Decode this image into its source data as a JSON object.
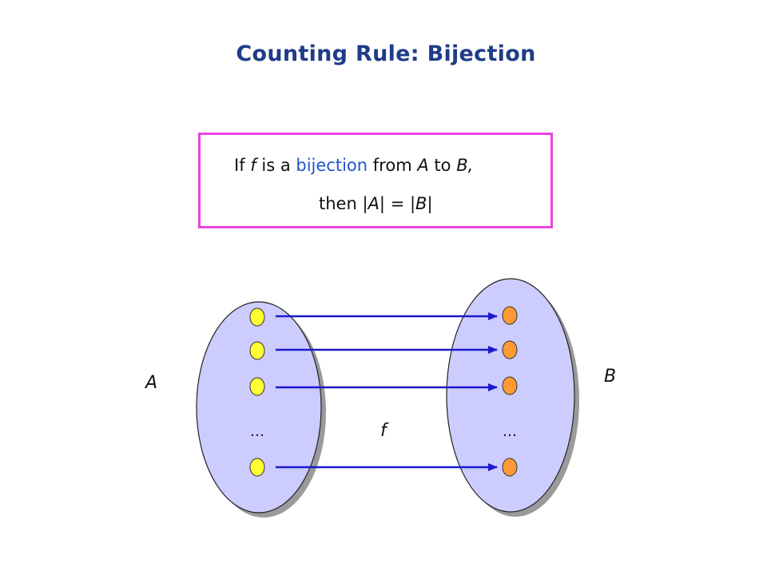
{
  "title": "Counting Rule: Bijection",
  "theorem": {
    "line1": {
      "if": "If",
      "f": "f",
      "is_a": "is a",
      "bijection": "bijection",
      "from": "from",
      "A": "A",
      "to": "to",
      "B": "B,"
    },
    "line2": {
      "then": "then",
      "absA": "|A|",
      "eq": "=",
      "absB": "|B|"
    }
  },
  "diagram": {
    "set_a_label": "A",
    "set_b_label": "B",
    "function_label": "f",
    "ellipsis_a": "…",
    "ellipsis_b": "…",
    "colors": {
      "set_fill": "#ccccff",
      "set_shadow": "#9a9a9a",
      "domain_point": "#ffff33",
      "codomain_point": "#ff9933",
      "arrow": "#1a1acc",
      "box_border": "#ee44dd",
      "title": "#1f3c88",
      "highlight": "#2255cc"
    }
  }
}
